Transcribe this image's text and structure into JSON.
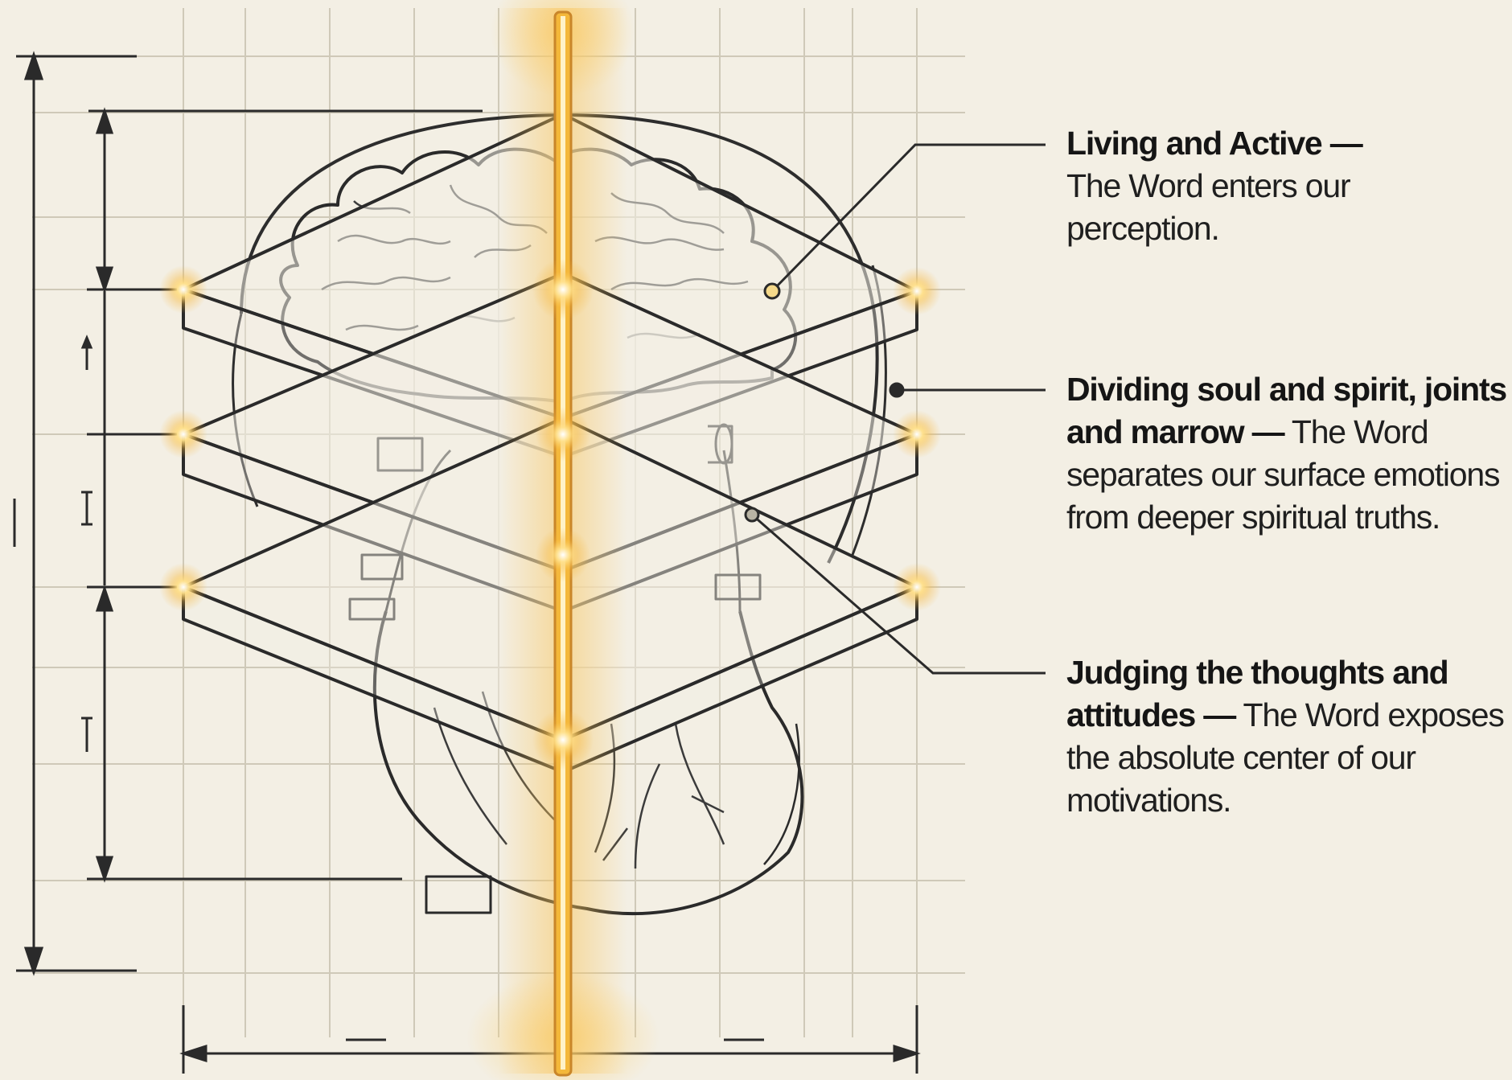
{
  "callouts": [
    {
      "heading": "Living and Active —",
      "body": "The Word enters our perception."
    },
    {
      "heading": "Dividing soul and spirit, joints and marrow —",
      "body": "The Word separates our surface emotions from deeper spiritual truths."
    },
    {
      "heading": "Judging the thoughts and attitudes —",
      "body": "The Word exposes the absolute center of our motivations."
    }
  ],
  "colors": {
    "background": "#f3efe4",
    "ink": "#1f1f1f",
    "grid": "#cfc9b8",
    "light_beam": "#f2b233",
    "glow": "#ffd36b"
  },
  "icons": [
    "brain-illustration",
    "heart-illustration",
    "light-beam",
    "dimension-arrows"
  ]
}
